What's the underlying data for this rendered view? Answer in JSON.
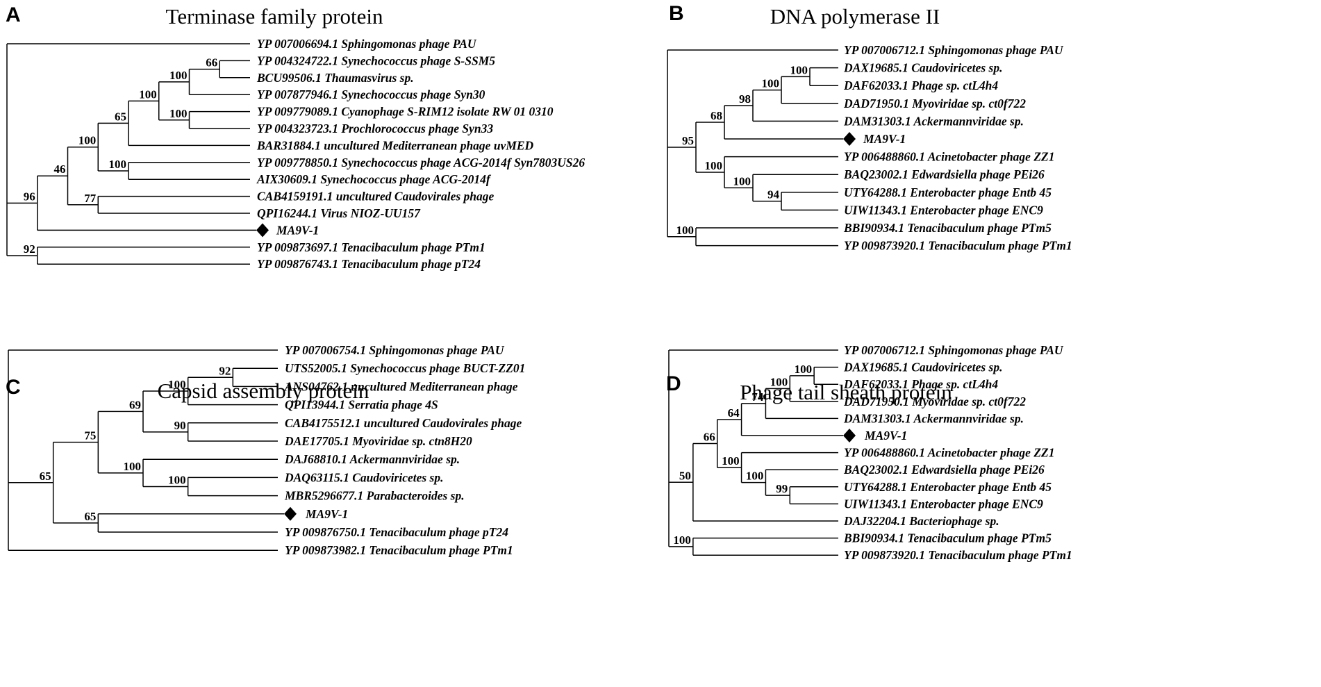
{
  "panels": [
    {
      "id": "A",
      "letter": "A",
      "title": "Terminase family protein",
      "tree": {
        "children": [
          {
            "label": "YP 007006694.1 Sphingomonas phage PAU"
          },
          {
            "support": "96",
            "children": [
              {
                "support": "46",
                "children": [
                  {
                    "support": "100",
                    "children": [
                      {
                        "support": "65",
                        "children": [
                          {
                            "support": "100",
                            "children": [
                              {
                                "support": "100",
                                "children": [
                                  {
                                    "support": "66",
                                    "children": [
                                      {
                                        "label": "YP 004324722.1 Synechococcus phage S-SSM5"
                                      },
                                      {
                                        "label": "BCU99506.1 Thaumasvirus sp."
                                      }
                                    ]
                                  },
                                  {
                                    "label": "YP 007877946.1 Synechococcus phage Syn30"
                                  }
                                ]
                              },
                              {
                                "support": "100",
                                "children": [
                                  {
                                    "label": "YP 009779089.1 Cyanophage S-RIM12 isolate RW 01 0310"
                                  },
                                  {
                                    "label": "YP 004323723.1 Prochlorococcus phage Syn33"
                                  }
                                ]
                              }
                            ]
                          },
                          {
                            "label": "BAR31884.1 uncultured Mediterranean phage uvMED"
                          }
                        ]
                      },
                      {
                        "support": "100",
                        "children": [
                          {
                            "label": "YP 009778850.1 Synechococcus phage ACG-2014f Syn7803US26"
                          },
                          {
                            "label": "AIX30609.1 Synechococcus phage ACG-2014f"
                          }
                        ]
                      }
                    ]
                  },
                  {
                    "support": "77",
                    "children": [
                      {
                        "label": "CAB4159191.1 uncultured Caudovirales phage"
                      },
                      {
                        "label": "QPI16244.1 Virus NIOZ-UU157"
                      }
                    ]
                  }
                ]
              },
              {
                "label": "MA9V-1",
                "marker": true
              }
            ]
          },
          {
            "support": "92",
            "children": [
              {
                "label": "YP 009873697.1 Tenacibaculum phage PTm1"
              },
              {
                "label": "YP 009876743.1 Tenacibaculum phage pT24"
              }
            ]
          }
        ]
      }
    },
    {
      "id": "B",
      "letter": "B",
      "title": "DNA polymerase II",
      "tree": {
        "children": [
          {
            "label": "YP 007006712.1 Sphingomonas phage PAU"
          },
          {
            "support": "95",
            "children": [
              {
                "support": "68",
                "children": [
                  {
                    "support": "98",
                    "children": [
                      {
                        "support": "100",
                        "children": [
                          {
                            "support": "100",
                            "children": [
                              {
                                "label": "DAX19685.1 Caudoviricetes sp."
                              },
                              {
                                "label": "DAF62033.1 Phage sp. ctL4h4"
                              }
                            ]
                          },
                          {
                            "label": "DAD71950.1 Myoviridae sp. ct0f722"
                          }
                        ]
                      },
                      {
                        "label": "DAM31303.1 Ackermannviridae sp."
                      }
                    ]
                  },
                  {
                    "label": "MA9V-1",
                    "marker": true
                  }
                ]
              },
              {
                "support": "100",
                "children": [
                  {
                    "label": "YP 006488860.1 Acinetobacter phage ZZ1"
                  },
                  {
                    "support": "100",
                    "children": [
                      {
                        "label": "BAQ23002.1 Edwardsiella phage PEi26"
                      },
                      {
                        "support": "94",
                        "children": [
                          {
                            "label": "UTY64288.1 Enterobacter phage Entb 45"
                          },
                          {
                            "label": "UIW11343.1 Enterobacter phage ENC9"
                          }
                        ]
                      }
                    ]
                  }
                ]
              }
            ]
          },
          {
            "support": "100",
            "children": [
              {
                "label": "BBI90934.1 Tenacibaculum phage PTm5"
              },
              {
                "label": "YP 009873920.1 Tenacibaculum phage PTm1"
              }
            ]
          }
        ]
      }
    },
    {
      "id": "C",
      "letter": "C",
      "title": "Capsid assembly protein",
      "tree": {
        "children": [
          {
            "label": "YP 007006754.1 Sphingomonas phage PAU"
          },
          {
            "support": "65",
            "children": [
              {
                "support": "75",
                "children": [
                  {
                    "support": "69",
                    "children": [
                      {
                        "support": "100",
                        "children": [
                          {
                            "support": "92",
                            "children": [
                              {
                                "label": "UTS52005.1 Synechococcus phage BUCT-ZZ01"
                              },
                              {
                                "label": "ANS04762.1 uncultured Mediterranean phage"
                              }
                            ]
                          },
                          {
                            "label": "QPI13944.1 Serratia phage 4S"
                          }
                        ]
                      },
                      {
                        "support": "90",
                        "children": [
                          {
                            "label": "CAB4175512.1 uncultured Caudovirales phage"
                          },
                          {
                            "label": "DAE17705.1 Myoviridae sp. ctn8H20"
                          }
                        ]
                      }
                    ]
                  },
                  {
                    "support": "100",
                    "children": [
                      {
                        "label": "DAJ68810.1 Ackermannviridae sp."
                      },
                      {
                        "support": "100",
                        "children": [
                          {
                            "label": "DAQ63115.1 Caudoviricetes sp."
                          },
                          {
                            "label": "MBR5296677.1 Parabacteroides sp."
                          }
                        ]
                      }
                    ]
                  }
                ]
              },
              {
                "support": "65",
                "children": [
                  {
                    "label": "MA9V-1",
                    "marker": true
                  },
                  {
                    "label": "YP 009876750.1 Tenacibaculum phage pT24"
                  }
                ]
              }
            ]
          },
          {
            "label": "YP 009873982.1 Tenacibaculum phage PTm1"
          }
        ]
      }
    },
    {
      "id": "D",
      "letter": "D",
      "title": "Phage tail sheath protein",
      "tree": {
        "children": [
          {
            "label": "YP 007006712.1 Sphingomonas phage PAU"
          },
          {
            "support": "50",
            "children": [
              {
                "support": "66",
                "children": [
                  {
                    "support": "64",
                    "children": [
                      {
                        "support": "74",
                        "children": [
                          {
                            "support": "100",
                            "children": [
                              {
                                "support": "100",
                                "children": [
                                  {
                                    "label": "DAX19685.1 Caudoviricetes sp."
                                  },
                                  {
                                    "label": "DAF62033.1 Phage sp. ctL4h4"
                                  }
                                ]
                              },
                              {
                                "label": "DAD71950.1 Myoviridae sp. ct0f722"
                              }
                            ]
                          },
                          {
                            "label": "DAM31303.1 Ackermannviridae sp."
                          }
                        ]
                      },
                      {
                        "label": "MA9V-1",
                        "marker": true
                      }
                    ]
                  },
                  {
                    "support": "100",
                    "children": [
                      {
                        "label": "YP 006488860.1 Acinetobacter phage ZZ1"
                      },
                      {
                        "support": "100",
                        "children": [
                          {
                            "label": "BAQ23002.1 Edwardsiella phage PEi26"
                          },
                          {
                            "support": "99",
                            "children": [
                              {
                                "label": "UTY64288.1 Enterobacter phage Entb 45"
                              },
                              {
                                "label": "UIW11343.1 Enterobacter phage ENC9"
                              }
                            ]
                          }
                        ]
                      }
                    ]
                  }
                ]
              },
              {
                "label": "DAJ32204.1 Bacteriophage sp."
              }
            ]
          },
          {
            "support": "100",
            "children": [
              {
                "label": "BBI90934.1 Tenacibaculum phage PTm5"
              },
              {
                "label": "YP 009873920.1 Tenacibaculum phage PTm1"
              }
            ]
          }
        ]
      }
    }
  ]
}
